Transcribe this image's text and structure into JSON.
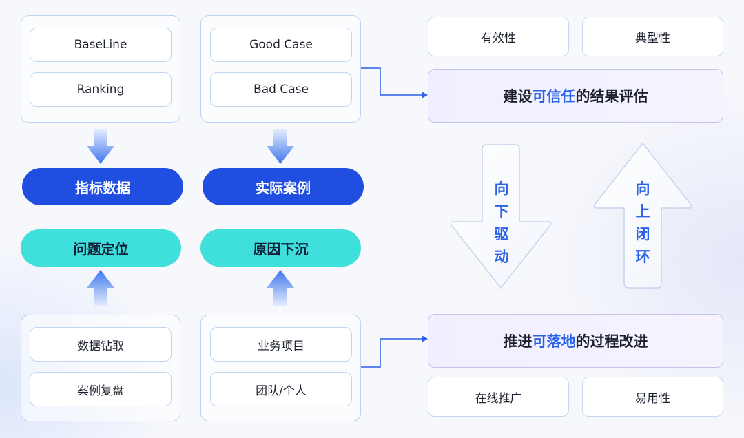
{
  "left": {
    "metrics_group": {
      "items": [
        "BaseLine",
        "Ranking"
      ]
    },
    "metrics_pill": "指标数据",
    "cases_group": {
      "items": [
        "Good Case",
        "Bad Case"
      ]
    },
    "cases_pill": "实际案例",
    "locate_pill": "问题定位",
    "locate_group": {
      "items": [
        "数据钻取",
        "案例复盘"
      ]
    },
    "cause_pill": "原因下沉",
    "cause_group": {
      "items": [
        "业务项目",
        "团队/个人"
      ]
    }
  },
  "right": {
    "top_tags": [
      "有效性",
      "典型性"
    ],
    "eval_result": {
      "prefix": "建设",
      "highlight": "可信任",
      "suffix": "的结果评估"
    },
    "down_arrow_text": [
      "向",
      "下",
      "驱",
      "动"
    ],
    "up_arrow_text": [
      "向",
      "上",
      "闭",
      "环"
    ],
    "improve_result": {
      "prefix": "推进",
      "highlight": "可落地",
      "suffix": "的过程改进"
    },
    "bottom_tags": [
      "在线推广",
      "易用性"
    ]
  },
  "colors": {
    "blue_pill": "#1f4ee0",
    "cyan_pill": "#3fe0dc",
    "highlight": "#2a63e8",
    "connector": "#2a5fe8"
  }
}
